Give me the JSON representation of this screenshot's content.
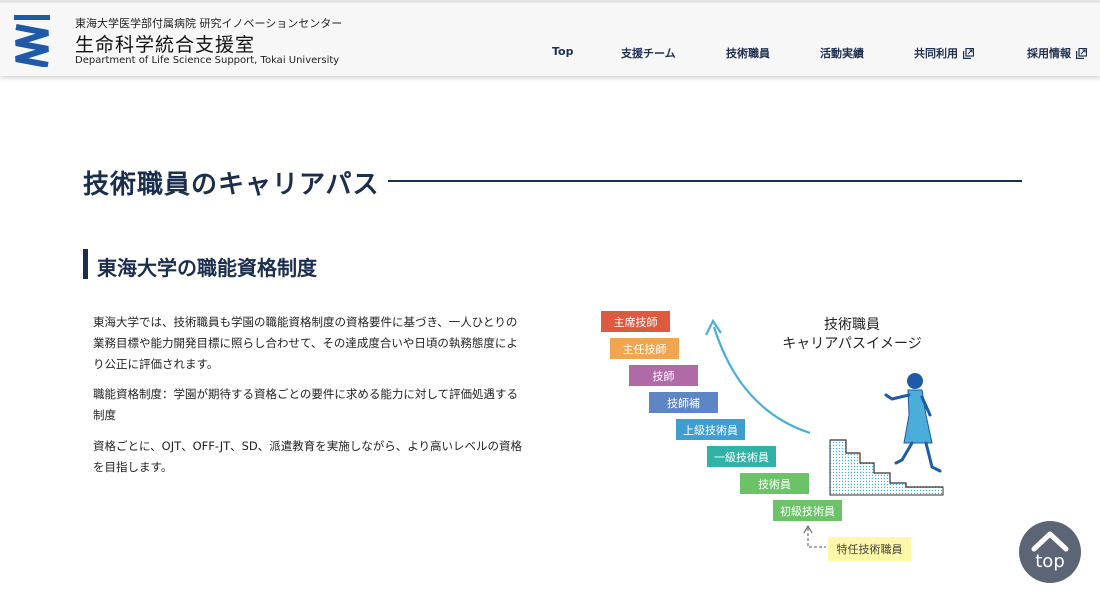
{
  "header": {
    "org_sub": "東海大学医学部付属病院 研究イノベーションセンター",
    "org_title": "生命科学統合支援室",
    "org_en": "Department of Life Science Support, Tokai University",
    "nav": [
      {
        "label": "Top",
        "external": false
      },
      {
        "label": "支援チーム",
        "external": false
      },
      {
        "label": "技術職員",
        "external": false
      },
      {
        "label": "活動実績",
        "external": false
      },
      {
        "label": "共同利用",
        "external": true
      },
      {
        "label": "採用情報",
        "external": true
      }
    ]
  },
  "main": {
    "page_title": "技術職員のキャリアパス",
    "section_title": "東海大学の職能資格制度",
    "paragraphs": [
      "東海大学では、技術職員も学園の職能資格制度の資格要件に基づき、一人ひとりの業務目標や能力開発目標に照らし合わせて、その達成度合いや日頃の執務態度により公正に評価されます。",
      "職能資格制度：学園が期待する資格ごとの要件に求める能力に対して評価処遇する制度",
      "資格ごとに、OJT、OFF-JT、SD、派遣教育を実施しながら、より高いレベルの資格を目指します。"
    ],
    "illustration": {
      "title_line1": "技術職員",
      "title_line2": "キャリアパスイメージ",
      "steps": [
        {
          "label": "主席技師",
          "color": "#dc5a3f"
        },
        {
          "label": "主任技師",
          "color": "#f0a550"
        },
        {
          "label": "技師",
          "color": "#b06aa8"
        },
        {
          "label": "技師補",
          "color": "#5f86c4"
        },
        {
          "label": "上級技術員",
          "color": "#3f9ed0"
        },
        {
          "label": "一級技術員",
          "color": "#2fb3a6"
        },
        {
          "label": "技術員",
          "color": "#6cc267"
        },
        {
          "label": "初級技術員",
          "color": "#6cc267"
        }
      ],
      "special_step": {
        "label": "特任技術職員",
        "color": "#fdf7a8"
      }
    }
  },
  "to_top": {
    "label": "top"
  }
}
